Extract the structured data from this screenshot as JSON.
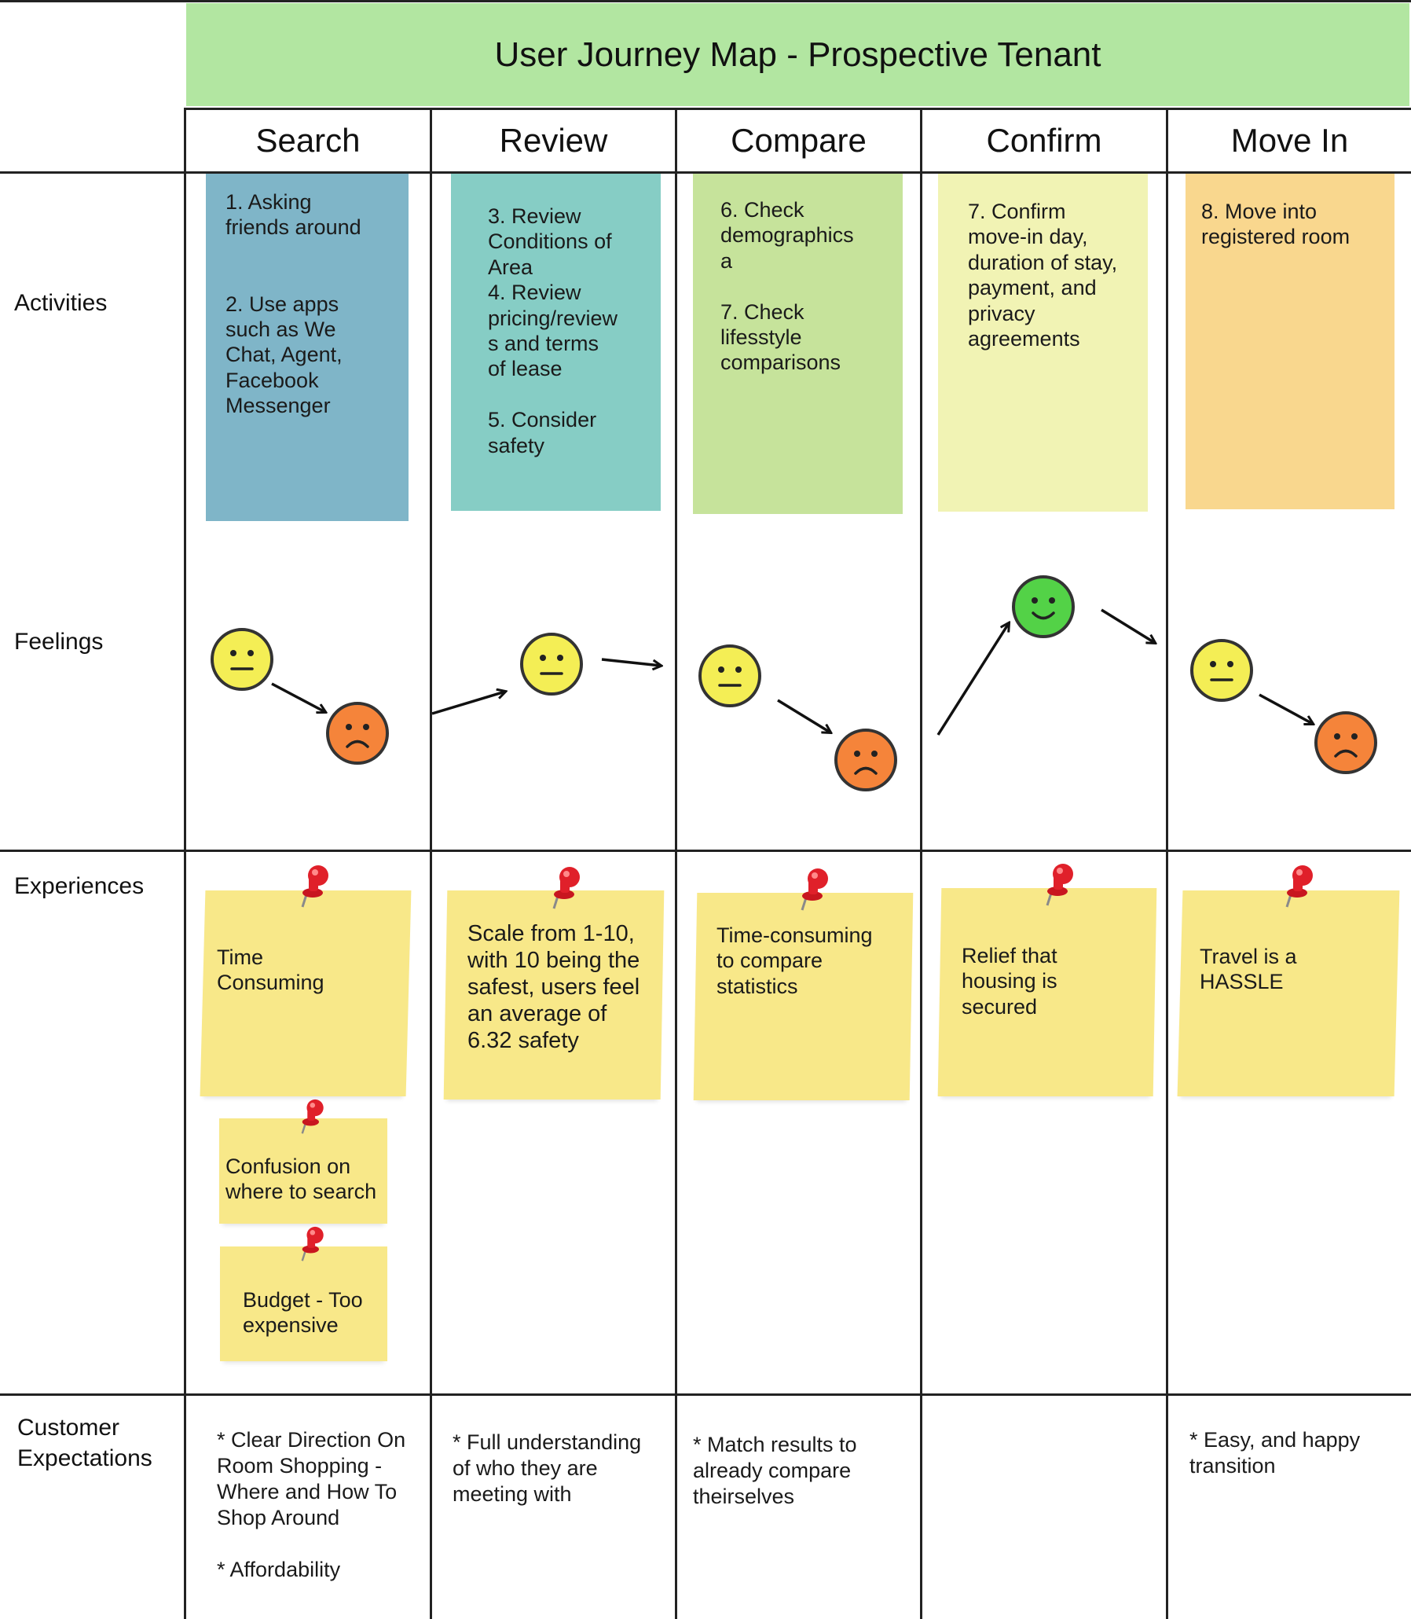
{
  "title": "User Journey Map - Prospective Tenant",
  "stages": [
    "Search",
    "Review",
    "Compare",
    "Confirm",
    "Move In"
  ],
  "rows": {
    "activities": "Activities",
    "feelings": "Feelings",
    "experiences": "Experiences",
    "customer_expectations": "Customer\nExpectations"
  },
  "activities": [
    {
      "stage": "Search",
      "color": "#7fb5c8",
      "text": "1. Asking\nfriends around\n\n\n2. Use apps\nsuch as We\nChat, Agent,\nFacebook\nMessenger"
    },
    {
      "stage": "Review",
      "color": "#86cdc5",
      "text": "3. Review\nConditions of\nArea\n4. Review\npricing/review\ns and terms\nof lease\n\n5. Consider\nsafety"
    },
    {
      "stage": "Compare",
      "color": "#c6e39b",
      "text": "6. Check\ndemographics\na\n\n7. Check\nlifesstyle\ncomparisons"
    },
    {
      "stage": "Confirm",
      "color": "#f1f3b4",
      "text": "7. Confirm\nmove-in day,\nduration of stay,\npayment, and\nprivacy\nagreements"
    },
    {
      "stage": "Move In",
      "color": "#f9d78e",
      "text": "8. Move into\nregistered room"
    }
  ],
  "feelings": [
    {
      "stage": "Search",
      "faces": [
        "neutral",
        "sad"
      ]
    },
    {
      "stage": "Review",
      "faces": [
        "neutral"
      ]
    },
    {
      "stage": "Compare",
      "faces": [
        "neutral",
        "sad"
      ]
    },
    {
      "stage": "Confirm",
      "faces": [
        "happy"
      ]
    },
    {
      "stage": "Move In",
      "faces": [
        "neutral",
        "sad"
      ]
    }
  ],
  "face_colors": {
    "neutral": "#f4ee55",
    "sad": "#f5843a",
    "happy": "#53d247"
  },
  "experiences": {
    "search_main": "Time\nConsuming",
    "search_note_2": "Confusion on\nwhere to search",
    "search_note_3": "Budget - Too\nexpensive",
    "review": "Scale from 1-10,\nwith 10 being the\nsafest, users feel\nan average of\n6.32 safety",
    "compare": "Time-consuming\nto compare\nstatistics",
    "confirm": "Relief that\nhousing is\nsecured",
    "move_in": "Travel is a\nHASSLE"
  },
  "expectations": {
    "search": "* Clear Direction On\nRoom Shopping -\nWhere and How To\nShop Around\n\n* Affordability",
    "review": "* Full understanding\nof who they are\nmeeting with",
    "compare": "* Match results to\nalready compare\ntheirselves",
    "confirm": "",
    "move_in": "* Easy, and happy\ntransition"
  },
  "sticky_color": "#f8e889",
  "pin_color": "#e0202a"
}
